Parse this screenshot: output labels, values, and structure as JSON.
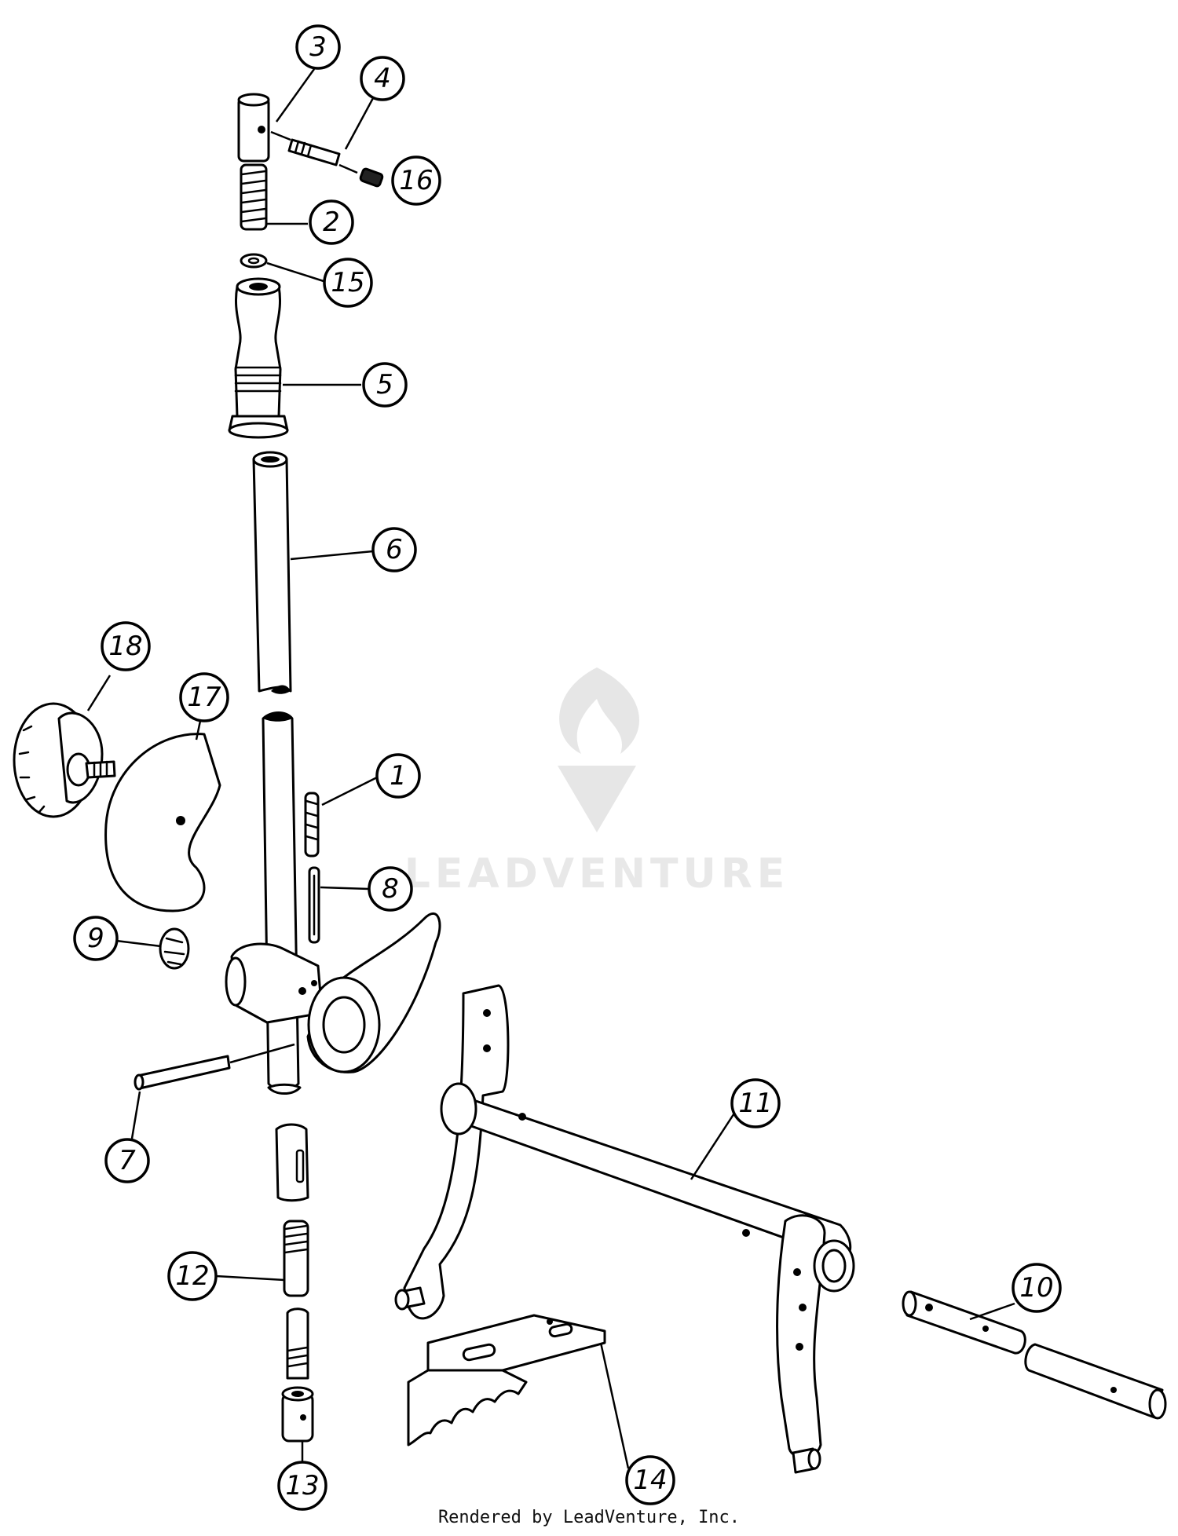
{
  "diagram": {
    "callouts": [
      "1",
      "2",
      "3",
      "4",
      "5",
      "6",
      "7",
      "8",
      "9",
      "10",
      "11",
      "12",
      "13",
      "14",
      "15",
      "16",
      "17",
      "18"
    ]
  },
  "watermark": {
    "text": "LEADVENTURE"
  },
  "footer": {
    "text": "Rendered by LeadVenture, Inc."
  }
}
